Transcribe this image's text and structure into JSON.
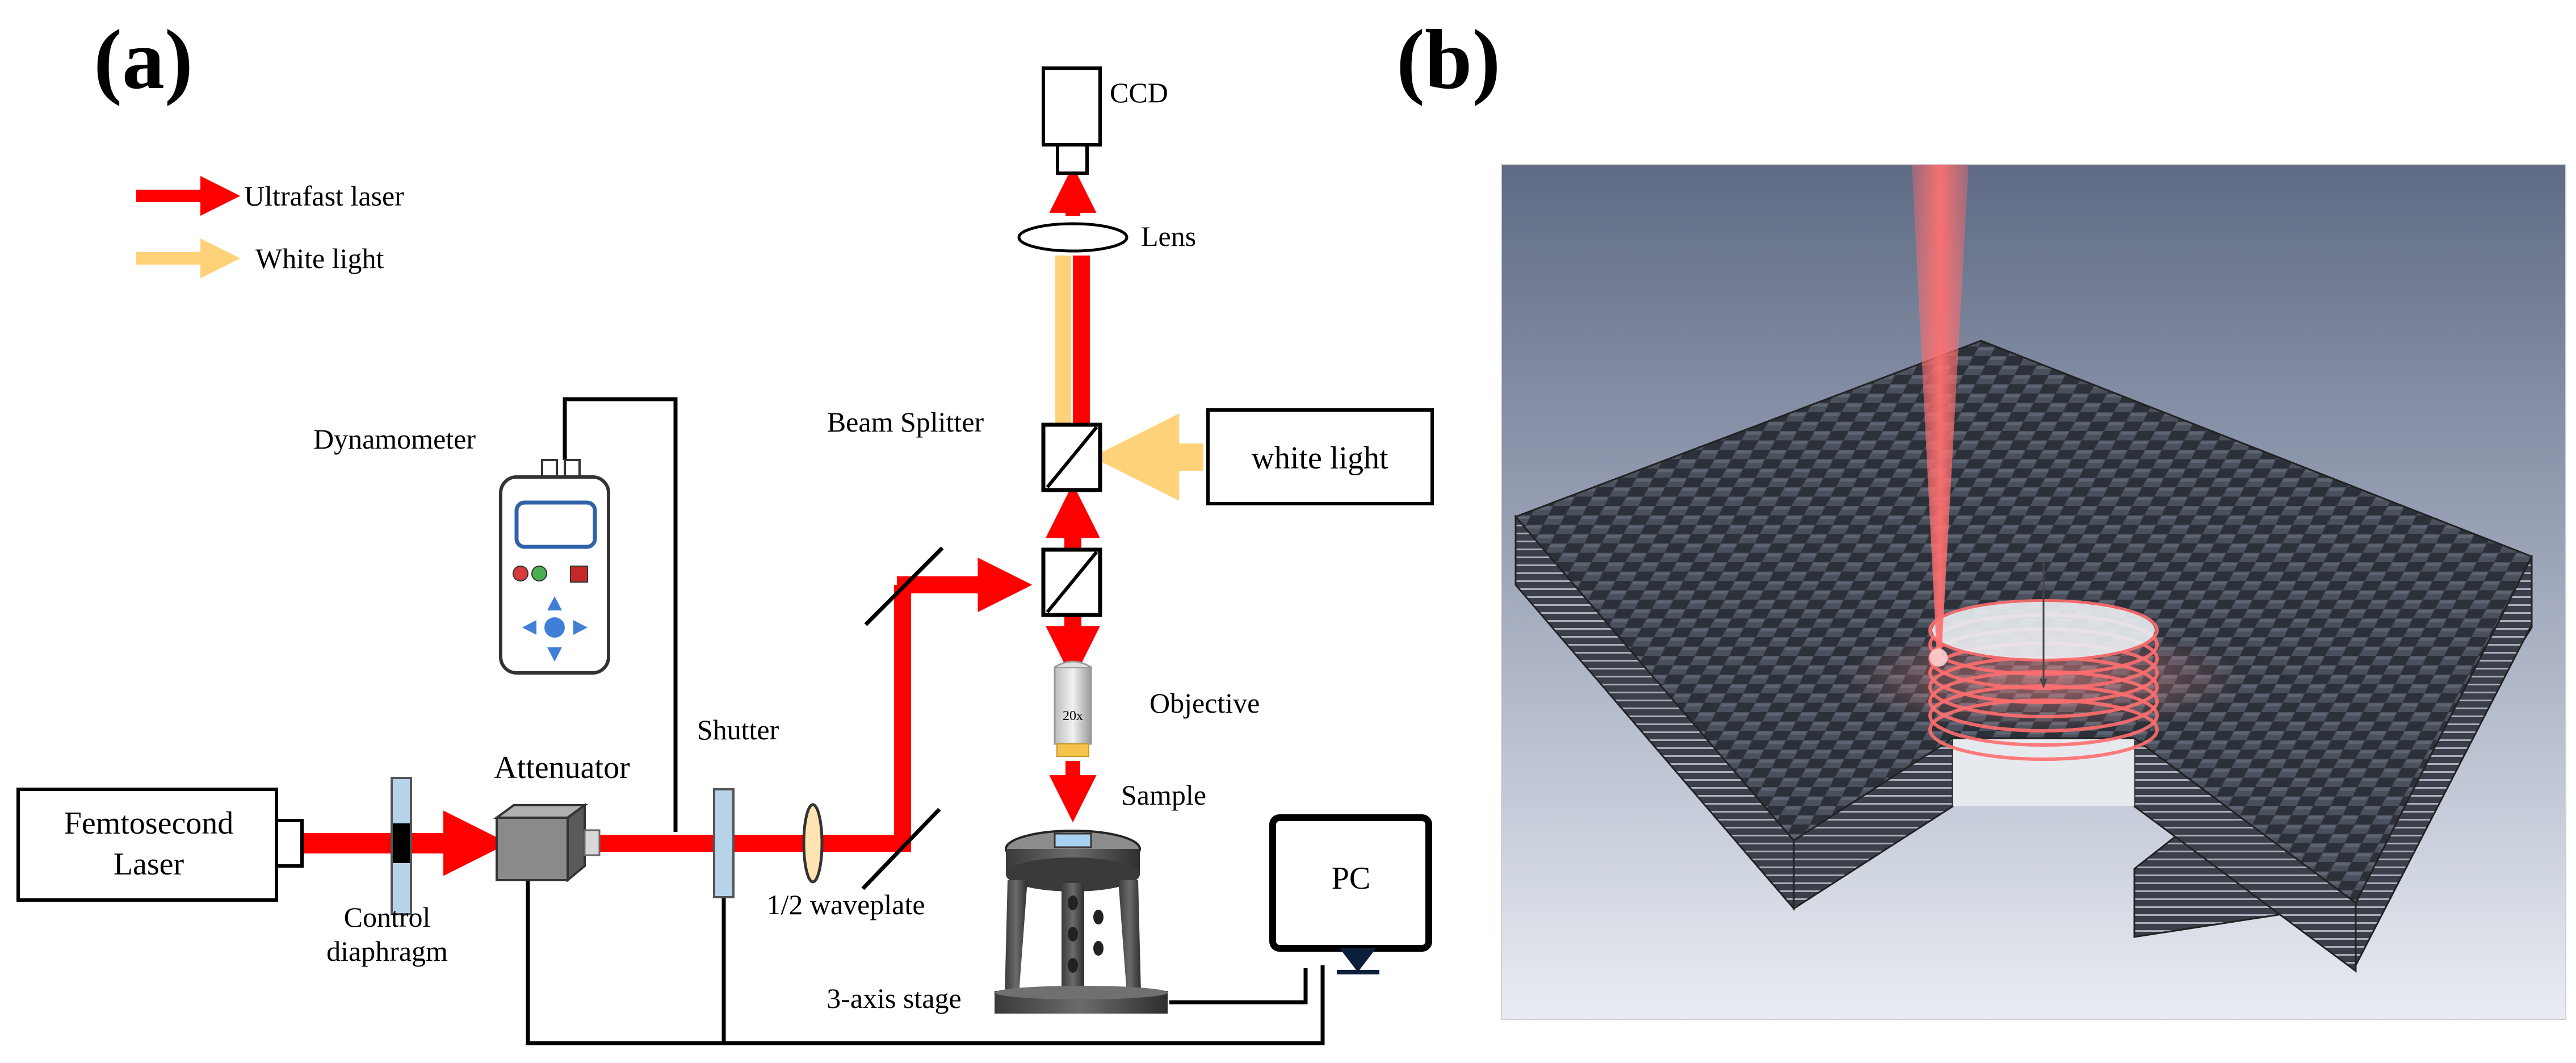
{
  "panel_a": {
    "label": "(a)",
    "legend": [
      {
        "label": "Ultrafast laser",
        "color": "#ff0000"
      },
      {
        "label": "White light",
        "color": "#ffd27a"
      }
    ],
    "components": {
      "ccd": "CCD",
      "lens": "Lens",
      "beam_splitter": "Beam Splitter",
      "white_light_source": "white light",
      "dynamometer": "Dynamometer",
      "objective": "Objective",
      "objective_mark": "20x",
      "sample": "Sample",
      "femtosecond_laser_line1": "Femtosecond",
      "femtosecond_laser_line2": "Laser",
      "attenuator": "Attenuator",
      "shutter": "Shutter",
      "waveplate": "1/2 waveplate",
      "control_diaphragm_line1": "Control",
      "control_diaphragm_line2": "diaphragm",
      "pc": "PC",
      "stage": "3-axis stage"
    }
  },
  "panel_b": {
    "label": "(b)",
    "colors": {
      "laser_beam": "#ff6b6b",
      "fabric": "#2f3540",
      "background": "#8a93a6"
    }
  }
}
